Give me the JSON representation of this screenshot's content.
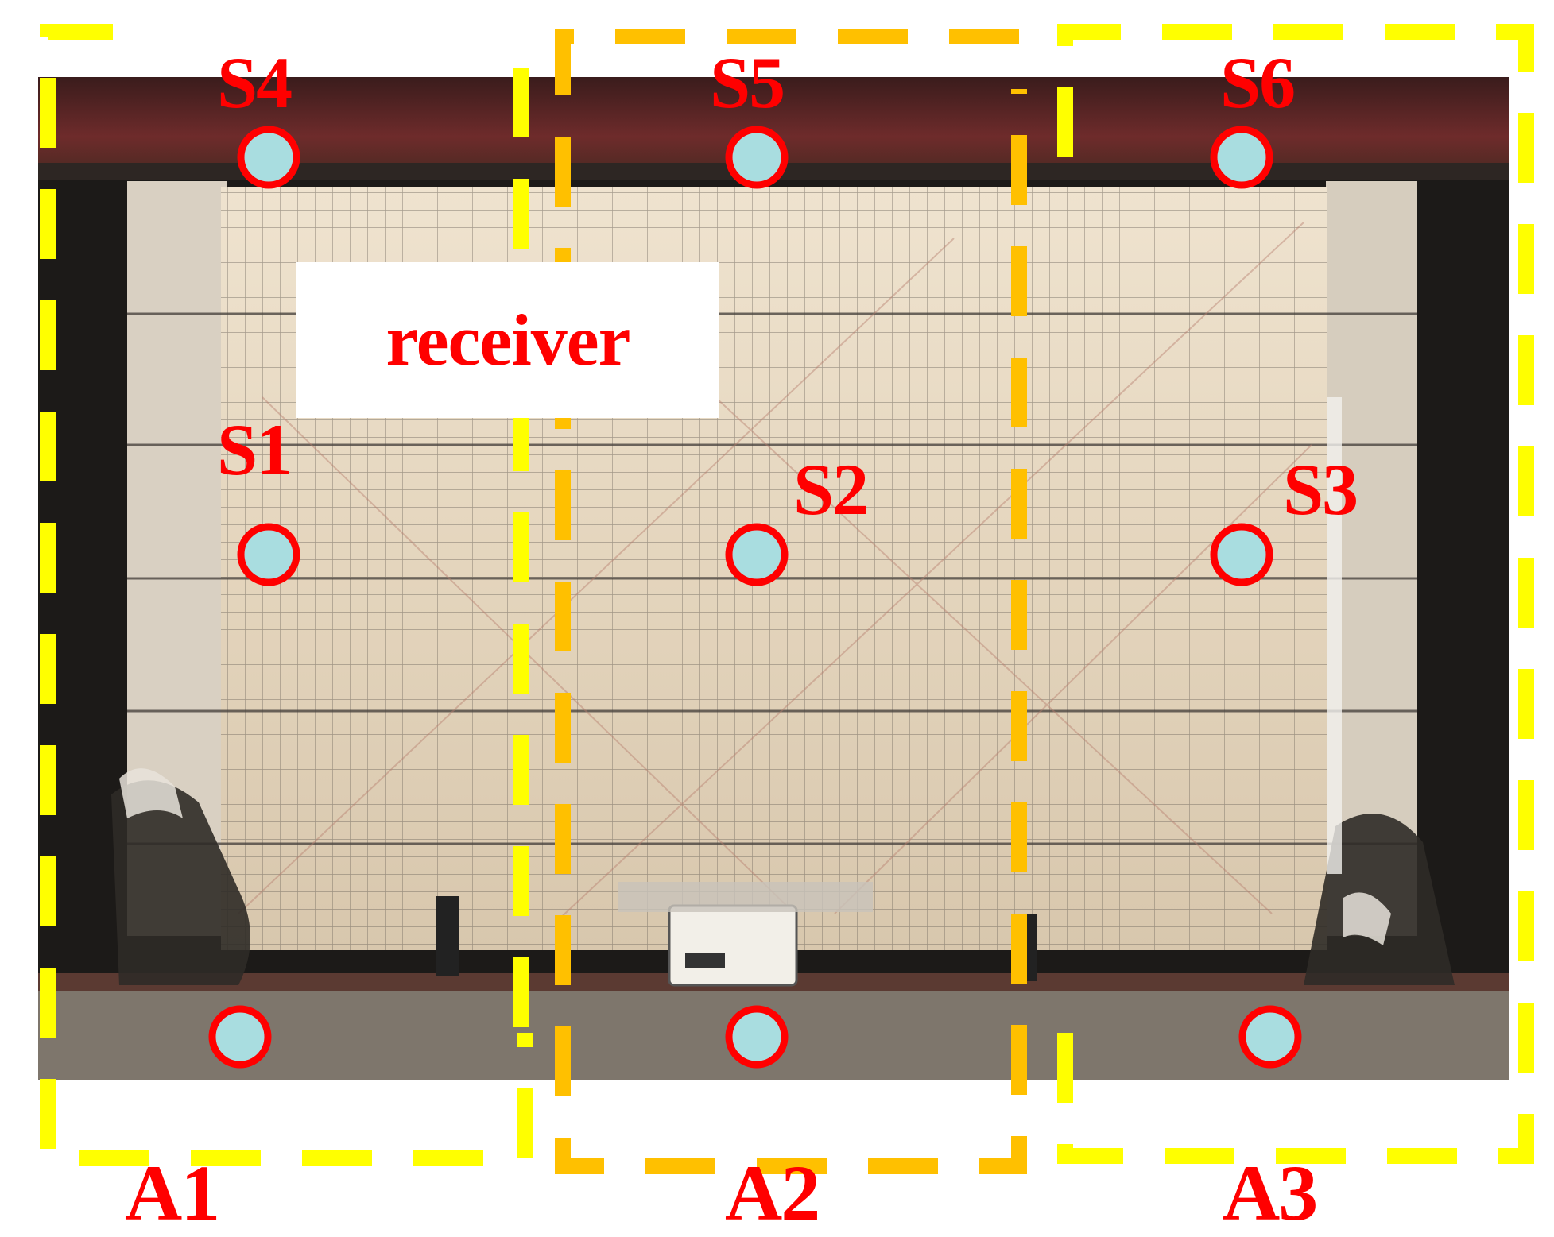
{
  "labels": {
    "receiver": "receiver",
    "sensors": [
      "S1",
      "S2",
      "S3",
      "S4",
      "S5",
      "S6"
    ],
    "areas": [
      "A1",
      "A2",
      "A3"
    ]
  },
  "colors": {
    "label_text": "#ff0000",
    "sensor_fill": "#a9dde0",
    "sensor_stroke": "#ff0000",
    "area_outline_outer": "#ffff00",
    "area_outline_middle": "#ffc000",
    "background": "#ffffff"
  }
}
